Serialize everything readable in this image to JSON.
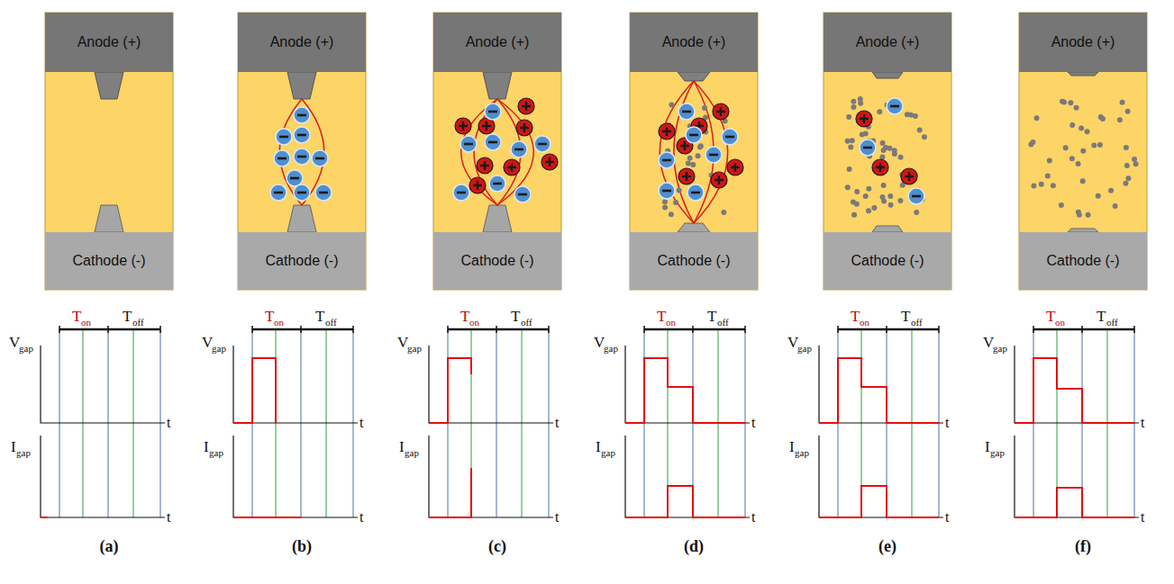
{
  "diagram": {
    "nodes": [
      {
        "text": [
          "Anode (+)"
        ]
      },
      {
        "text": [
          "Cathode (-)"
        ]
      },
      {
        "text": [
          "Anode (+)"
        ]
      },
      {
        "text": [
          "Cathode (-)"
        ]
      },
      {
        "text": [
          "Anode (+)"
        ]
      },
      {
        "text": [
          "Cathode (-)"
        ]
      },
      {
        "text": [
          "Anode (+)"
        ]
      },
      {
        "text": [
          "Cathode (-)"
        ]
      },
      {
        "text": [
          "Anode (+)"
        ]
      },
      {
        "text": [
          "Cathode (-)"
        ]
      },
      {
        "text": [
          "Anode (+)"
        ]
      },
      {
        "text": [
          "Cathode (-)"
        ]
      }
    ],
    "labels": [
      "T",
      "on",
      "T",
      "off",
      "V",
      "gap",
      "t",
      "I",
      "gap",
      "t",
      "(a)",
      "T",
      "on",
      "T",
      "off",
      "V",
      "gap",
      "t",
      "I",
      "gap",
      "t",
      "(b)",
      "T",
      "on",
      "T",
      "off",
      "V",
      "gap",
      "t",
      "I",
      "gap",
      "t",
      "(c)",
      "T",
      "on",
      "T",
      "off",
      "V",
      "gap",
      "t",
      "I",
      "gap",
      "t",
      "(d)",
      "T",
      "on",
      "T",
      "off",
      "V",
      "gap",
      "t",
      "I",
      "gap",
      "t",
      "(e)",
      "T",
      "on",
      "T",
      "off",
      "V",
      "gap",
      "t",
      "I",
      "gap",
      "t",
      "(f)"
    ]
  }
}
